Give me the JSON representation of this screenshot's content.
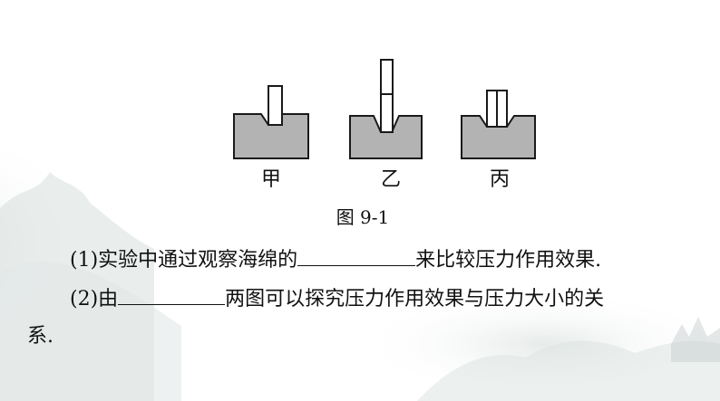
{
  "figure": {
    "labels": [
      "甲",
      "乙",
      "丙"
    ],
    "caption": "图 9-1"
  },
  "questions": [
    {
      "prefix": "(1)实验中通过观察海绵的",
      "suffix": "来比较压力作用效果."
    },
    {
      "prefix": "(2)由",
      "suffix": "两图可以探究压力作用效果与压力大小的关"
    },
    {
      "continuation": "系."
    }
  ],
  "colors": {
    "sponge": "#b3b3b3",
    "stroke": "#1a1a1a",
    "mist": "#c9d0cf"
  }
}
